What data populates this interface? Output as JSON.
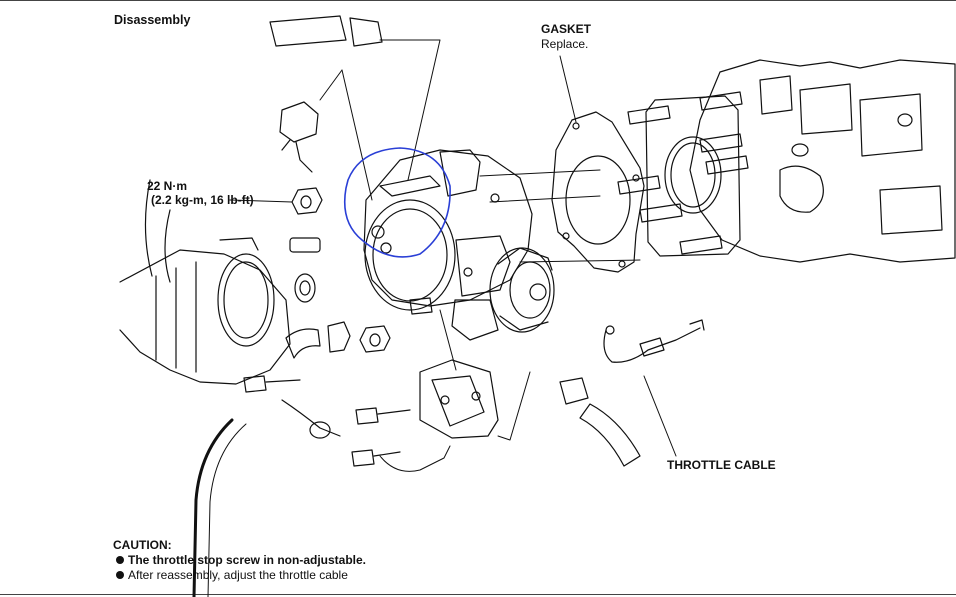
{
  "labels": {
    "disassembly": "Disassembly",
    "gasket": "GASKET",
    "gasket_note": "Replace.",
    "torque_line1": "22 N·m",
    "torque_line2": "(2.2 kg-m, 16 lb-ft)",
    "throttle_cable": "THROTTLE CABLE"
  },
  "caution": {
    "title": "CAUTION:",
    "items": [
      "The throttle stop screw in non-adjustable.",
      "After reassembly, adjust the throttle cable"
    ]
  },
  "colors": {
    "ink": "#111111",
    "annotation_circle": "#2a3fd6",
    "background": "#ffffff"
  },
  "icons": {
    "bullet": "filled-circle-bullet"
  }
}
